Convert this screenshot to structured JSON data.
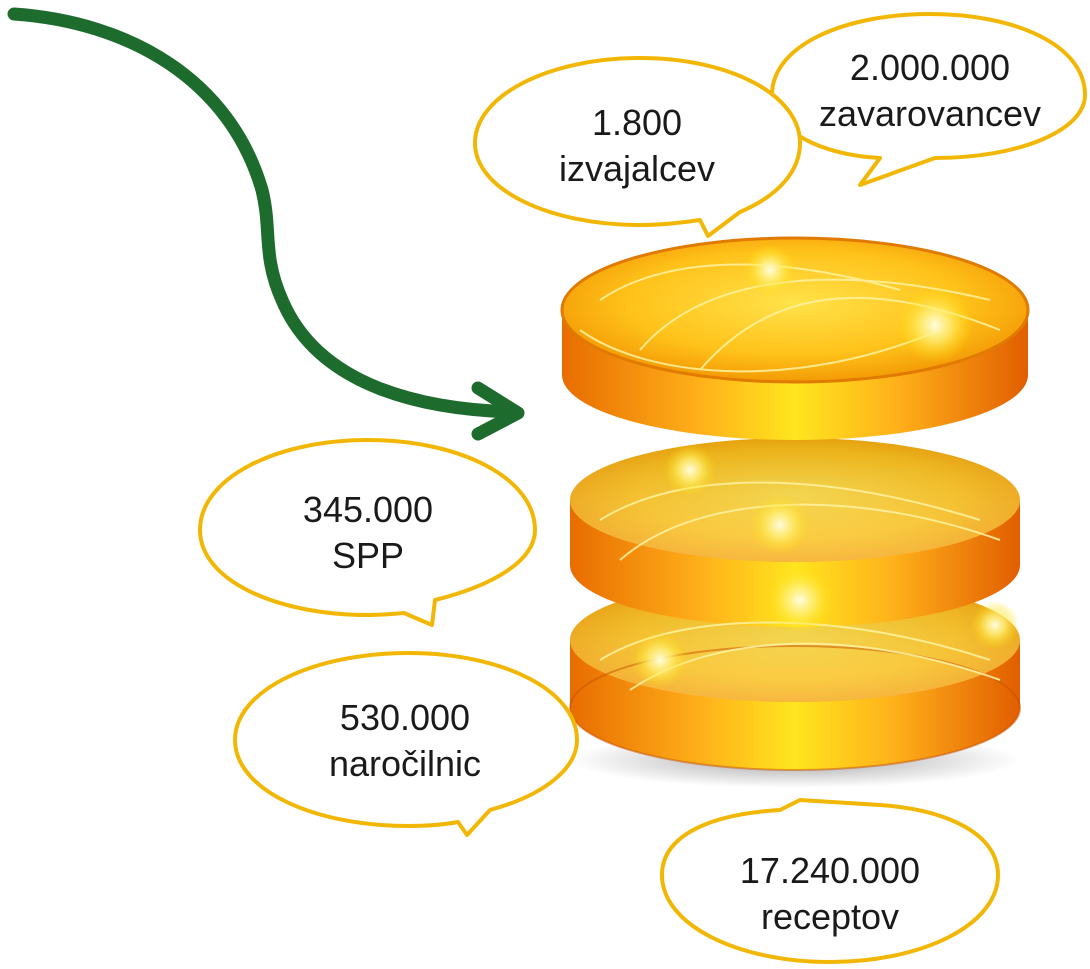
{
  "colors": {
    "arrow": "#1e6b2e",
    "bubble_outline": "#f2b705",
    "bubble_fill": "#ffffff",
    "database_orange": "#f08a00",
    "database_yellow": "#ffd21a",
    "text": "#1a1a1a"
  },
  "icons": {
    "arrow": "curved-arrow-icon",
    "database": "database-icon"
  },
  "bubbles": [
    {
      "id": "izvajalcev",
      "value": "1.800",
      "label": "izvajalcev"
    },
    {
      "id": "zavarovancev",
      "value": "2.000.000",
      "label": "zavarovancev"
    },
    {
      "id": "spp",
      "value": "345.000",
      "label": "SPP"
    },
    {
      "id": "narocilnic",
      "value": "530.000",
      "label": "naročilnic"
    },
    {
      "id": "receptov",
      "value": "17.240.000",
      "label": "receptov"
    }
  ]
}
